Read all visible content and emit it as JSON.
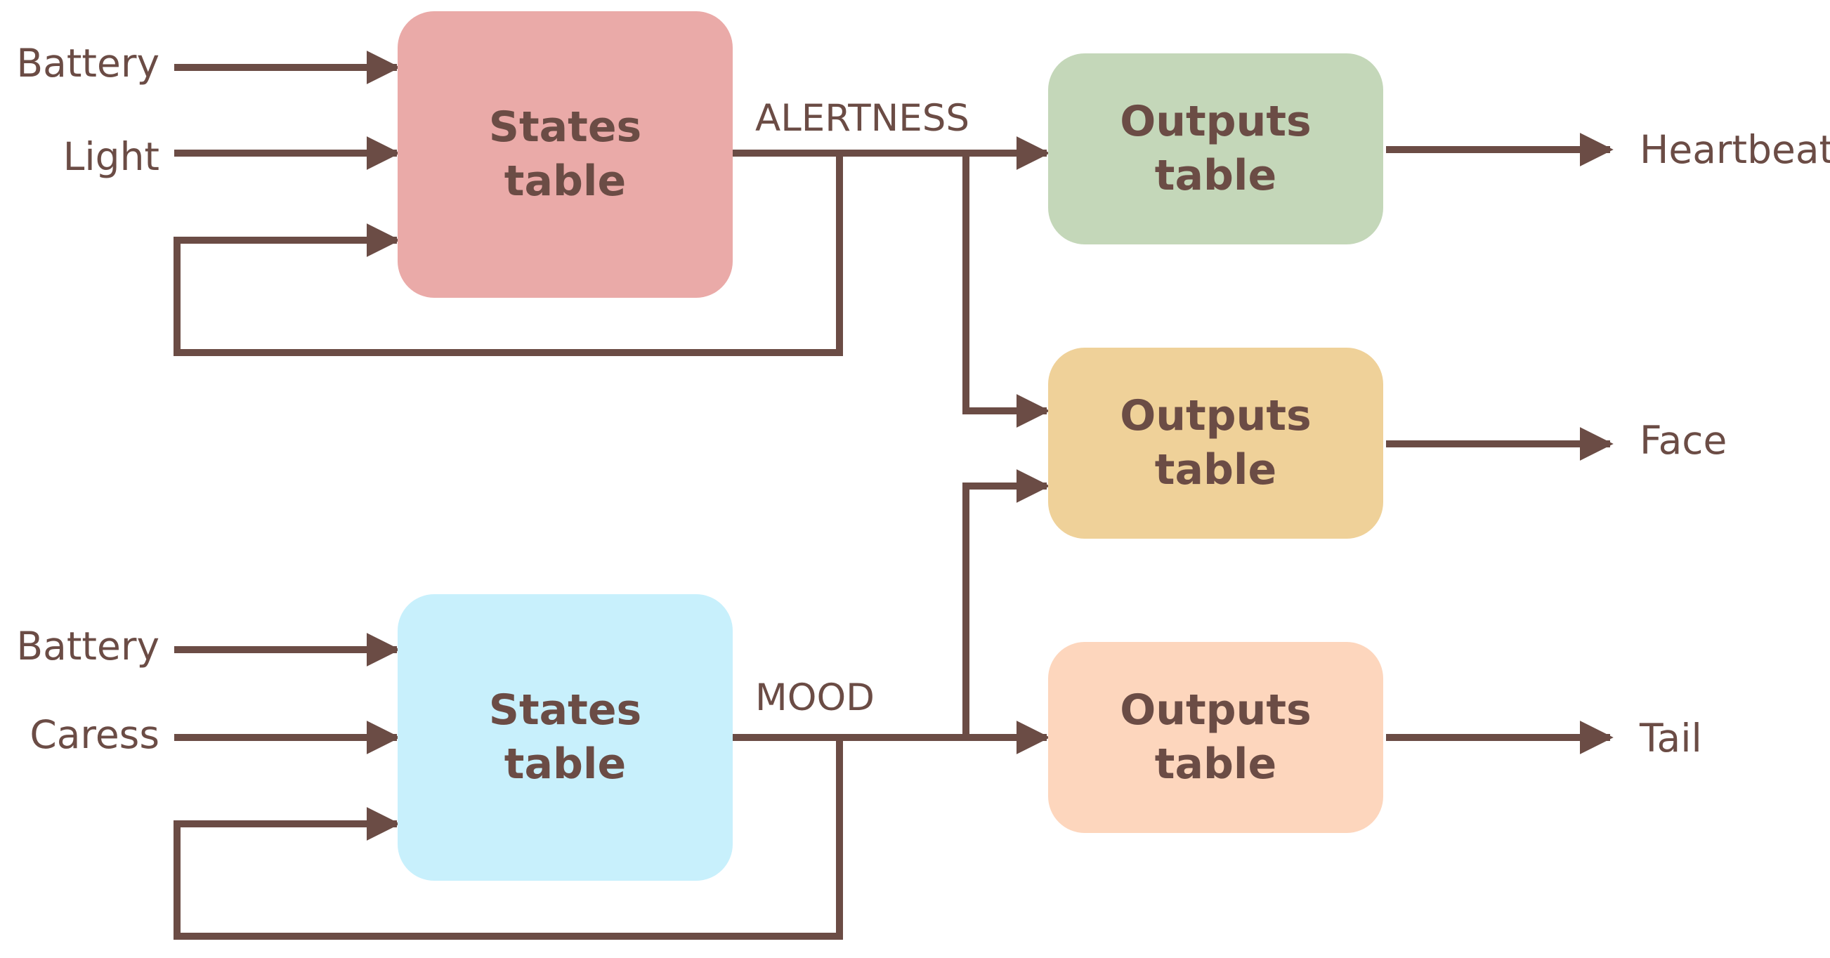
{
  "colors": {
    "stroke": "#6b4c45",
    "text": "#6b4c45",
    "states_alertness": "#eaaaa8",
    "states_mood": "#c8f0fc",
    "outputs_heartbeat": "#c4d7b9",
    "outputs_face": "#efd199",
    "outputs_tail": "#fdd6bd"
  },
  "states_alertness": {
    "line1": "States",
    "line2": "table"
  },
  "states_mood": {
    "line1": "States",
    "line2": "table"
  },
  "outputs_heartbeat": {
    "line1": "Outputs",
    "line2": "table"
  },
  "outputs_face": {
    "line1": "Outputs",
    "line2": "table"
  },
  "outputs_tail": {
    "line1": "Outputs",
    "line2": "table"
  },
  "inputs_top": [
    "Battery",
    "Light"
  ],
  "inputs_bottom": [
    "Battery",
    "Caress"
  ],
  "signals": {
    "alertness": "ALERTNESS",
    "mood": "MOOD"
  },
  "outputs": [
    "Heartbeat",
    "Face",
    "Tail"
  ]
}
